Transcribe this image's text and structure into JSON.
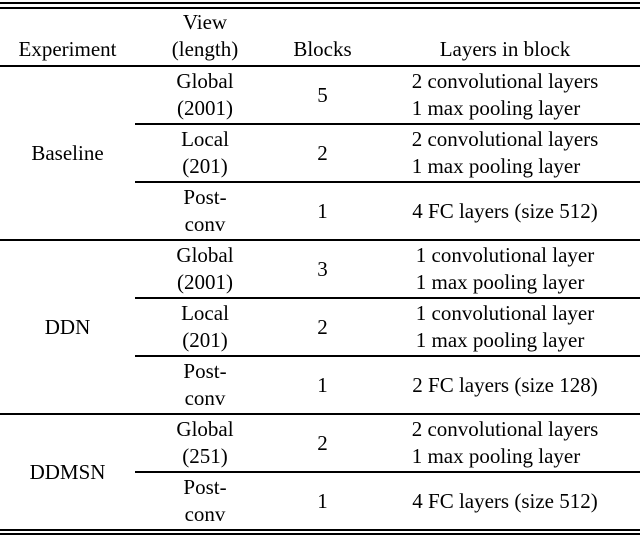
{
  "colors": {
    "text": "#000000",
    "background": "#ffffff",
    "rule": "#000000"
  },
  "table": {
    "headers": {
      "experiment": "Experiment",
      "view_line1": "View",
      "view_line2": "(length)",
      "blocks": "Blocks",
      "layers": "Layers in block"
    },
    "groups": [
      {
        "experiment": "Baseline",
        "rows": [
          {
            "view": [
              "Global",
              "(2001)"
            ],
            "blocks": "5",
            "layers": [
              "2 convolutional layers",
              "1 max pooling layer"
            ]
          },
          {
            "view": [
              "Local",
              "(201)"
            ],
            "blocks": "2",
            "layers": [
              "2 convolutional layers",
              "1 max pooling layer"
            ]
          },
          {
            "view": [
              "Post-",
              "conv"
            ],
            "blocks": "1",
            "layers": [
              "4 FC layers (size 512)"
            ]
          }
        ]
      },
      {
        "experiment": "DDN",
        "rows": [
          {
            "view": [
              "Global",
              "(2001)"
            ],
            "blocks": "3",
            "layers": [
              "1 convolutional layer",
              "1 max pooling layer"
            ]
          },
          {
            "view": [
              "Local",
              "(201)"
            ],
            "blocks": "2",
            "layers": [
              "1 convolutional layer",
              "1 max pooling layer"
            ]
          },
          {
            "view": [
              "Post-",
              "conv"
            ],
            "blocks": "1",
            "layers": [
              "2 FC layers (size 128)"
            ]
          }
        ]
      },
      {
        "experiment": "DDMSN",
        "rows": [
          {
            "view": [
              "Global",
              "(251)"
            ],
            "blocks": "2",
            "layers": [
              "2 convolutional layers",
              "1 max pooling layer"
            ]
          },
          {
            "view": [
              "Post-",
              "conv"
            ],
            "blocks": "1",
            "layers": [
              "4 FC layers (size 512)"
            ]
          }
        ]
      }
    ]
  }
}
